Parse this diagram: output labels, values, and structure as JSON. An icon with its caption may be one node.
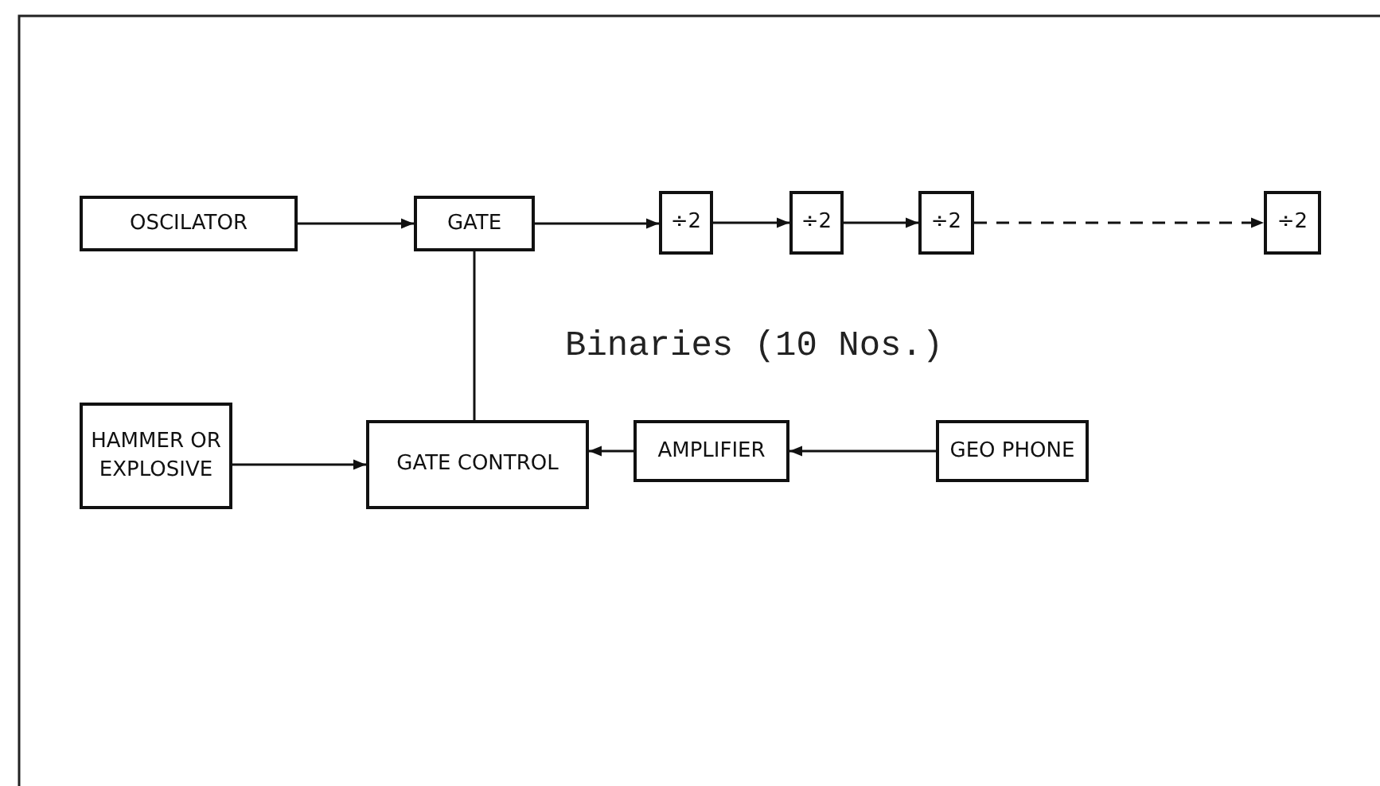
{
  "diagram": {
    "nodes": [
      {
        "text": [
          "OSCILATOR"
        ]
      },
      {
        "text": [
          "GATE"
        ]
      },
      {
        "text": [
          "÷2"
        ]
      },
      {
        "text": [
          "÷2"
        ]
      },
      {
        "text": [
          "÷2"
        ]
      },
      {
        "text": [
          "÷2"
        ]
      },
      {
        "text": [
          "HAMMER OR EXPLOSIVE"
        ]
      },
      {
        "text": [
          "GATE CONTROL"
        ]
      },
      {
        "text": [
          "AMPLIFIER"
        ]
      },
      {
        "text": [
          "GEO PHONE"
        ]
      }
    ],
    "edges": [
      {
        "from": 0,
        "to": 1,
        "arrow": "to"
      },
      {
        "from": 1,
        "to": 2,
        "arrow": "to"
      },
      {
        "from": 2,
        "to": 3,
        "arrow": "to"
      },
      {
        "from": 3,
        "to": 4,
        "arrow": "to"
      },
      {
        "from": 4,
        "to": 5,
        "arrow": "to",
        "style": "dashed"
      },
      {
        "from": 7,
        "to": 1,
        "arrow": "none"
      },
      {
        "from": 6,
        "to": 7,
        "arrow": "to"
      },
      {
        "from": 8,
        "to": 7,
        "arrow": "to"
      },
      {
        "from": 9,
        "to": 8,
        "arrow": "to"
      }
    ],
    "labels": [
      "Binaries (10 Nos.)"
    ]
  }
}
